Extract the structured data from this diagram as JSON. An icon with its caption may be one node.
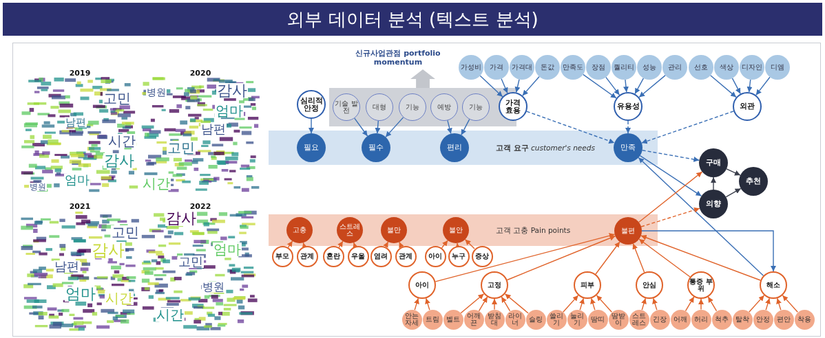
{
  "diagram": {
    "title": "외부 데이터 분석 (텍스트 분석)",
    "nodes": [
      {
        "text": [],
        "shape": "box"
      },
      {
        "text": [
          "**고객 요구** *customer's needs*"
        ]
      },
      {
        "text": [
          "고객 고충 Pain points"
        ]
      },
      {
        "text": [
          "가성비"
        ]
      },
      {
        "text": [
          "가격"
        ]
      },
      {
        "text": [
          "가격대"
        ]
      },
      {
        "text": [
          "돈값"
        ]
      },
      {
        "text": [
          "만족도"
        ]
      },
      {
        "text": [
          "장점"
        ]
      },
      {
        "text": [
          "퀄리티"
        ]
      },
      {
        "text": [
          "성능"
        ]
      },
      {
        "text": [
          "관리"
        ]
      },
      {
        "text": [
          "선호"
        ]
      },
      {
        "text": [
          "색상"
        ]
      },
      {
        "text": [
          "디자인"
        ]
      },
      {
        "text": [
          "디엠"
        ]
      },
      {
        "text": [
          "가격 효용"
        ]
      },
      {
        "text": [
          "유용성"
        ]
      },
      {
        "text": [
          "외관"
        ]
      },
      {
        "text": [
          "심리적 안정"
        ]
      },
      {
        "text": [
          "기술 발전"
        ],
        "in": 0
      },
      {
        "text": [
          "대형"
        ],
        "in": 0
      },
      {
        "text": [
          "기능"
        ],
        "in": 0
      },
      {
        "text": [
          "예방"
        ],
        "in": 0
      },
      {
        "text": [
          "기능"
        ],
        "in": 0
      },
      {
        "text": [
          "필요"
        ],
        "in": 1
      },
      {
        "text": [
          "필수"
        ],
        "in": 1
      },
      {
        "text": [
          "편리"
        ],
        "in": 1
      },
      {
        "text": [
          "만족"
        ],
        "in": 1
      },
      {
        "text": [
          "구매"
        ]
      },
      {
        "text": [
          "의향"
        ]
      },
      {
        "text": [
          "추천"
        ]
      },
      {
        "text": [
          "고충"
        ],
        "in": 2
      },
      {
        "text": [
          "스트레스"
        ],
        "in": 2
      },
      {
        "text": [
          "불만"
        ],
        "in": 2
      },
      {
        "text": [
          "불안"
        ],
        "in": 2
      },
      {
        "text": [
          "불편"
        ],
        "in": 2
      },
      {
        "text": [
          "부모"
        ]
      },
      {
        "text": [
          "관계"
        ]
      },
      {
        "text": [
          "혼란"
        ]
      },
      {
        "text": [
          "우울"
        ]
      },
      {
        "text": [
          "염려"
        ]
      },
      {
        "text": [
          "관계"
        ]
      },
      {
        "text": [
          "아이"
        ]
      },
      {
        "text": [
          "누구"
        ]
      },
      {
        "text": [
          "증상"
        ]
      },
      {
        "text": [
          "아이"
        ]
      },
      {
        "text": [
          "고정"
        ]
      },
      {
        "text": [
          "피부"
        ]
      },
      {
        "text": [
          "안심"
        ]
      },
      {
        "text": [
          "통증 부위"
        ]
      },
      {
        "text": [
          "해소"
        ]
      },
      {
        "text": [
          "안는 자세"
        ]
      },
      {
        "text": [
          "트림"
        ]
      },
      {
        "text": [
          "벨트"
        ]
      },
      {
        "text": [
          "어깨끈"
        ]
      },
      {
        "text": [
          "받침대"
        ]
      },
      {
        "text": [
          "라이너"
        ]
      },
      {
        "text": [
          "슬링"
        ]
      },
      {
        "text": [
          "쓸리기"
        ]
      },
      {
        "text": [
          "눌리기"
        ]
      },
      {
        "text": [
          "땀띠"
        ]
      },
      {
        "text": [
          "땀받이"
        ]
      },
      {
        "text": [
          "스트레스"
        ]
      },
      {
        "text": [
          "긴장"
        ]
      },
      {
        "text": [
          "어깨"
        ]
      },
      {
        "text": [
          "허리"
        ]
      },
      {
        "text": [
          "척추"
        ]
      },
      {
        "text": [
          "탈착"
        ]
      },
      {
        "text": [
          "안정"
        ]
      },
      {
        "text": [
          "편안"
        ]
      },
      {
        "text": [
          "착용"
        ]
      },
      {
        "text": [
          "신규사업관점 portfolio momentum"
        ]
      }
    ],
    "edges": [
      {
        "from": 0,
        "to": 72,
        "arrow": "to",
        "color": "#c3c6cc",
        "style": "thick"
      },
      {
        "from": 3,
        "to": 16,
        "arrow": "to",
        "color": "#3a6fb5"
      },
      {
        "from": 4,
        "to": 16,
        "arrow": "to",
        "color": "#3a6fb5"
      },
      {
        "from": 5,
        "to": 16,
        "arrow": "to",
        "color": "#3a6fb5"
      },
      {
        "from": 6,
        "to": 16,
        "arrow": "to",
        "color": "#3a6fb5"
      },
      {
        "from": 7,
        "to": 17,
        "arrow": "to",
        "color": "#3a6fb5"
      },
      {
        "from": 8,
        "to": 17,
        "arrow": "to",
        "color": "#3a6fb5"
      },
      {
        "from": 9,
        "to": 17,
        "arrow": "to",
        "color": "#3a6fb5"
      },
      {
        "from": 10,
        "to": 17,
        "arrow": "to",
        "color": "#3a6fb5"
      },
      {
        "from": 11,
        "to": 17,
        "arrow": "to",
        "color": "#3a6fb5"
      },
      {
        "from": 12,
        "to": 18,
        "arrow": "to",
        "color": "#3a6fb5"
      },
      {
        "from": 13,
        "to": 18,
        "arrow": "to",
        "color": "#3a6fb5"
      },
      {
        "from": 14,
        "to": 18,
        "arrow": "to",
        "color": "#3a6fb5"
      },
      {
        "from": 15,
        "to": 18,
        "arrow": "to",
        "color": "#3a6fb5"
      },
      {
        "from": 16,
        "to": 28,
        "arrow": "to",
        "color": "#3a6fb5",
        "style": "dashed"
      },
      {
        "from": 17,
        "to": 28,
        "arrow": "to",
        "color": "#3a6fb5",
        "style": "dashed"
      },
      {
        "from": 18,
        "to": 28,
        "arrow": "to",
        "color": "#3a6fb5",
        "style": "dashed"
      },
      {
        "from": 19,
        "to": 25,
        "arrow": "to",
        "color": "#3a6fb5"
      },
      {
        "from": 20,
        "to": 26,
        "arrow": "to",
        "color": "#3a6fb5"
      },
      {
        "from": 21,
        "to": 26,
        "arrow": "to",
        "color": "#3a6fb5"
      },
      {
        "from": 22,
        "to": 26,
        "arrow": "to",
        "color": "#3a6fb5"
      },
      {
        "from": 23,
        "to": 27,
        "arrow": "to",
        "color": "#3a6fb5"
      },
      {
        "from": 24,
        "to": 27,
        "arrow": "to",
        "color": "#3a6fb5"
      },
      {
        "from": 28,
        "to": 29,
        "arrow": "to",
        "color": "#3a6fb5",
        "style": "dashed"
      },
      {
        "from": 28,
        "to": 30,
        "arrow": "to",
        "color": "#3a6fb5"
      },
      {
        "from": 51,
        "to": 28,
        "arrow": "to",
        "color": "#3a6fb5"
      },
      {
        "from": 36,
        "to": 51,
        "arrow": "to",
        "color": "#3a6fb5"
      },
      {
        "from": 36,
        "to": 29,
        "arrow": "to"
      },
      {
        "from": 36,
        "to": 30,
        "arrow": "to",
        "style": "dashed"
      },
      {
        "from": 30,
        "to": 29,
        "arrow": "to",
        "color": "#3b3f4c"
      },
      {
        "from": 29,
        "to": 31,
        "arrow": "to",
        "color": "#3b3f4c"
      },
      {
        "from": 30,
        "to": 31,
        "arrow": "to",
        "color": "#3b3f4c"
      },
      {
        "from": 37,
        "to": 32,
        "arrow": "to"
      },
      {
        "from": 38,
        "to": 32,
        "arrow": "to"
      },
      {
        "from": 39,
        "to": 33,
        "arrow": "to"
      },
      {
        "from": 40,
        "to": 33,
        "arrow": "to"
      },
      {
        "from": 41,
        "to": 34,
        "arrow": "to"
      },
      {
        "from": 42,
        "to": 34,
        "arrow": "to"
      },
      {
        "from": 43,
        "to": 35,
        "arrow": "to"
      },
      {
        "from": 44,
        "to": 35,
        "arrow": "to"
      },
      {
        "from": 45,
        "to": 35,
        "arrow": "to"
      },
      {
        "from": 46,
        "to": 36,
        "arrow": "to"
      },
      {
        "from": 47,
        "to": 36,
        "arrow": "to"
      },
      {
        "from": 48,
        "to": 36,
        "arrow": "to"
      },
      {
        "from": 49,
        "to": 36,
        "arrow": "to"
      },
      {
        "from": 50,
        "to": 36,
        "arrow": "to"
      },
      {
        "from": 51,
        "to": 36,
        "arrow": "to"
      },
      {
        "from": 52,
        "to": 46,
        "arrow": "to"
      },
      {
        "from": 53,
        "to": 46,
        "arrow": "to"
      },
      {
        "from": 54,
        "to": 47,
        "arrow": "to"
      },
      {
        "from": 55,
        "to": 47,
        "arrow": "to"
      },
      {
        "from": 56,
        "to": 47,
        "arrow": "to"
      },
      {
        "from": 57,
        "to": 47,
        "arrow": "to"
      },
      {
        "from": 58,
        "to": 47,
        "arrow": "to"
      },
      {
        "from": 59,
        "to": 48,
        "arrow": "to"
      },
      {
        "from": 60,
        "to": 48,
        "arrow": "to"
      },
      {
        "from": 61,
        "to": 48,
        "arrow": "to"
      },
      {
        "from": 62,
        "to": 48,
        "arrow": "to"
      },
      {
        "from": 63,
        "to": 49,
        "arrow": "to"
      },
      {
        "from": 64,
        "to": 49,
        "arrow": "to"
      },
      {
        "from": 65,
        "to": 50,
        "arrow": "to"
      },
      {
        "from": 66,
        "to": 50,
        "arrow": "to"
      },
      {
        "from": 67,
        "to": 50,
        "arrow": "to"
      },
      {
        "from": 68,
        "to": 51,
        "arrow": "to"
      },
      {
        "from": 69,
        "to": 51,
        "arrow": "to"
      },
      {
        "from": 70,
        "to": 51,
        "arrow": "to"
      },
      {
        "from": 71,
        "to": 51,
        "arrow": "to"
      }
    ],
    "labels": [
      "2019",
      "고민",
      "남편",
      "시간",
      "감사",
      "엄마",
      "병원",
      "2020",
      "병원",
      "감사",
      "엄마",
      "남편",
      "고민",
      "시간",
      "2021",
      "고민",
      "감사",
      "남편",
      "엄마",
      "시간",
      "2022",
      "감사",
      "엄마",
      "고민",
      "병원",
      "시간"
    ]
  }
}
